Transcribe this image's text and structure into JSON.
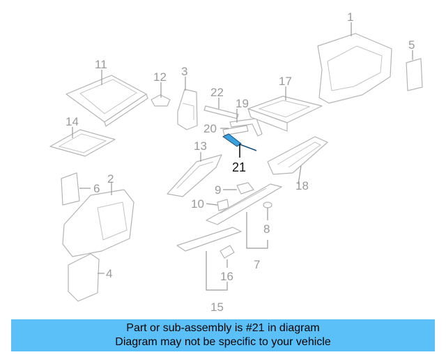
{
  "callouts": {
    "c1": "1",
    "c2": "2",
    "c3": "3",
    "c4": "4",
    "c5": "5",
    "c6": "6",
    "c7": "7",
    "c8": "8",
    "c9": "9",
    "c10": "10",
    "c11": "11",
    "c12": "12",
    "c13": "13",
    "c14": "14",
    "c15": "15",
    "c16": "16",
    "c17": "17",
    "c18": "18",
    "c19": "19",
    "c20": "20",
    "c21": "21",
    "c22": "22"
  },
  "highlighted_part": "21",
  "colors": {
    "banner": "#5bc0f7",
    "highlight_part": "#3aa0e0",
    "parts": "#b4b4b4"
  },
  "banner": {
    "line1": "Part or sub-assembly is #21 in diagram",
    "line2": "Diagram may not be specific to your vehicle"
  }
}
